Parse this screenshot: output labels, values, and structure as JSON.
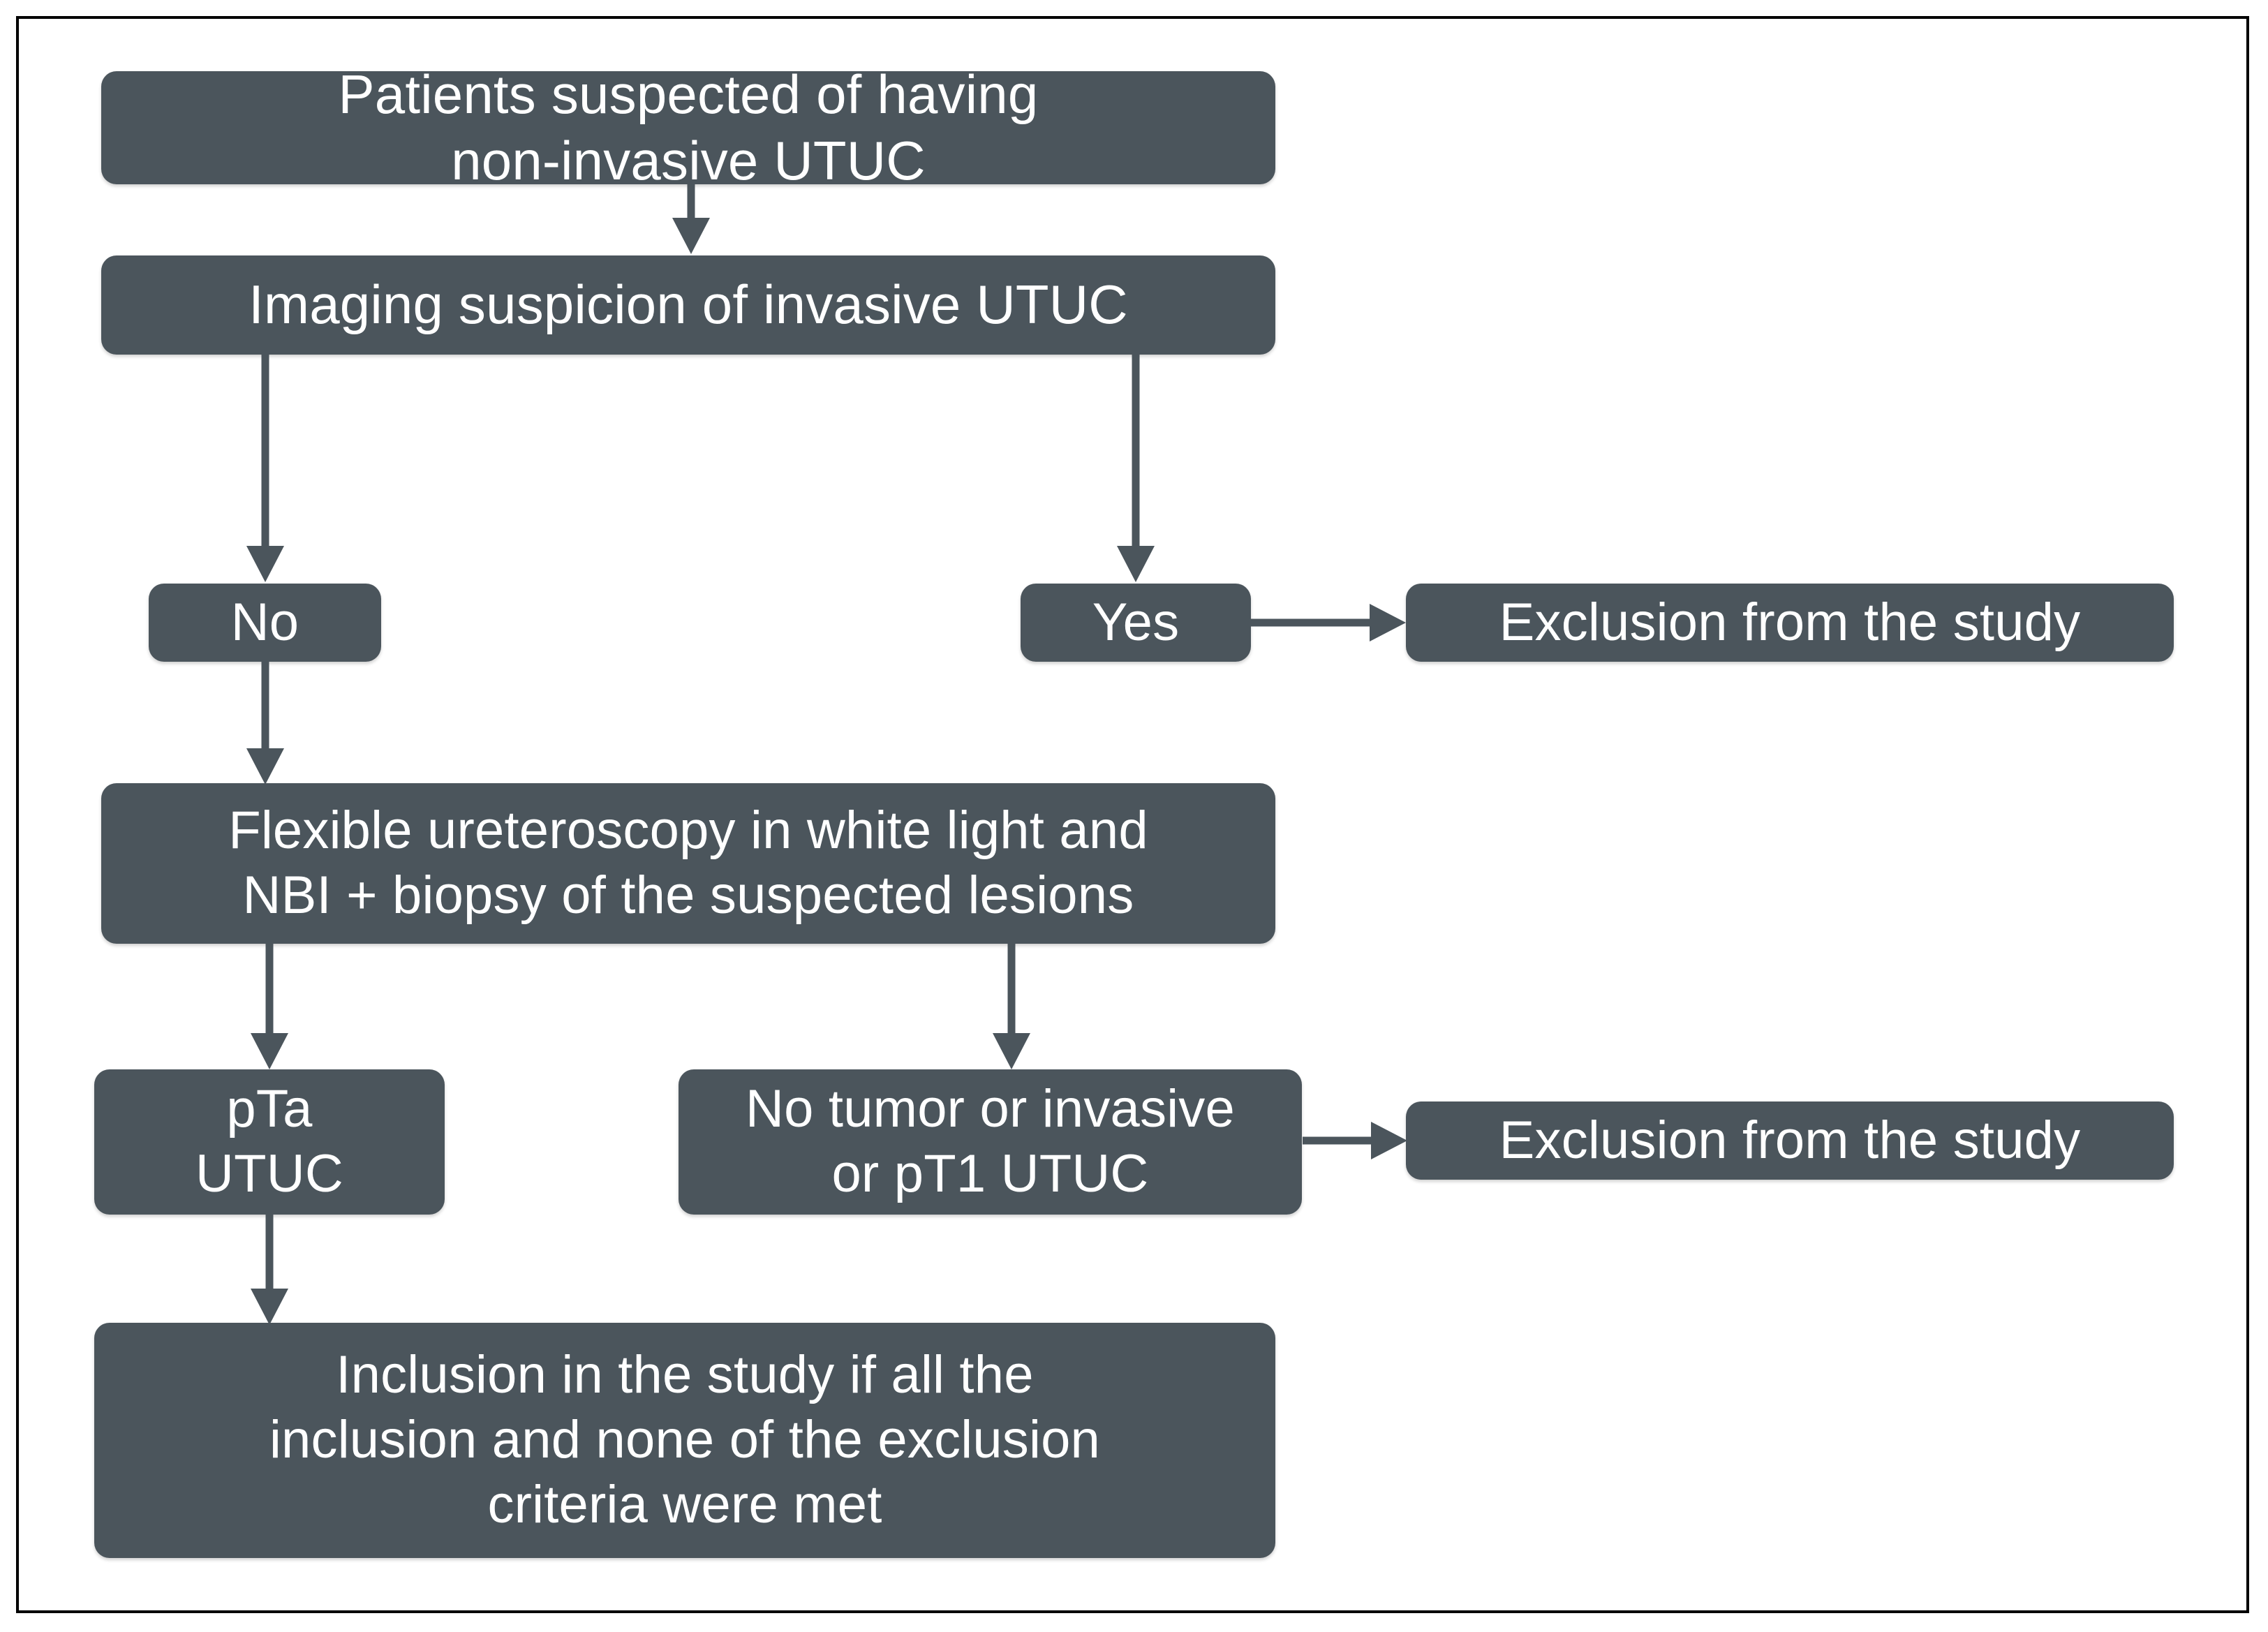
{
  "figure": {
    "type": "flowchart",
    "orientation": "top-to-bottom",
    "border_color": "#000000",
    "node_fill_color": "#4b555c",
    "node_text_color": "#ffffff",
    "connector_color": "#4b555c",
    "background_color": "#ffffff"
  },
  "nodes": {
    "suspected": {
      "label": "Patients suspected of having\nnon-invasive UTUC"
    },
    "imaging": {
      "label": "Imaging suspicion of invasive UTUC"
    },
    "no": {
      "label": "No"
    },
    "yes": {
      "label": "Yes"
    },
    "exclusion_1": {
      "label": "Exclusion from the study"
    },
    "ureteroscopy": {
      "label": "Flexible ureteroscopy in white light and\nNBI + biopsy of the suspected lesions"
    },
    "pta_utuc": {
      "label": "pTa\nUTUC"
    },
    "no_tumor": {
      "label": "No tumor or invasive\nor pT1 UTUC"
    },
    "exclusion_2": {
      "label": "Exclusion from the study"
    },
    "inclusion": {
      "label": "Inclusion in the study if all the\ninclusion and none of the exclusion\ncriteria were met"
    }
  },
  "edges": [
    {
      "from": "suspected",
      "to": "imaging",
      "direction": "down"
    },
    {
      "from": "imaging",
      "to": "no",
      "direction": "down"
    },
    {
      "from": "imaging",
      "to": "yes",
      "direction": "down"
    },
    {
      "from": "yes",
      "to": "exclusion_1",
      "direction": "right"
    },
    {
      "from": "no",
      "to": "ureteroscopy",
      "direction": "down"
    },
    {
      "from": "ureteroscopy",
      "to": "pta_utuc",
      "direction": "down"
    },
    {
      "from": "ureteroscopy",
      "to": "no_tumor",
      "direction": "down"
    },
    {
      "from": "no_tumor",
      "to": "exclusion_2",
      "direction": "right"
    },
    {
      "from": "pta_utuc",
      "to": "inclusion",
      "direction": "down"
    }
  ]
}
